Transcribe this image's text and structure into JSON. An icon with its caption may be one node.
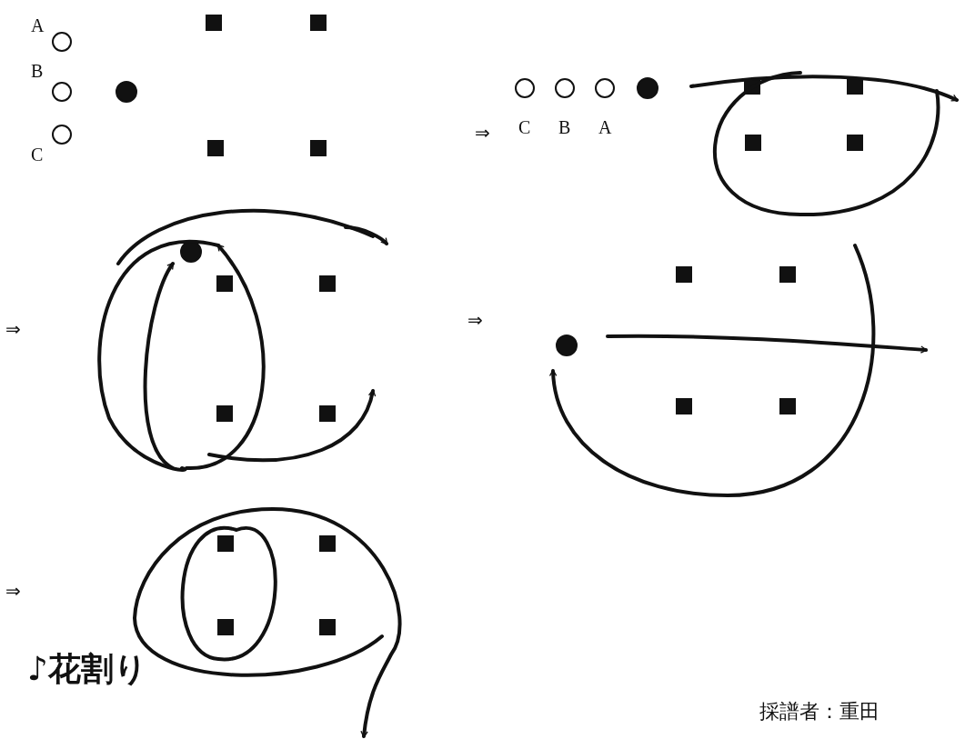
{
  "diagram": {
    "labels": [
      "A",
      "B",
      "C",
      "⇒",
      "C",
      "B",
      "A",
      "⇒",
      "⇒",
      "⇒",
      "♪花割り",
      "採譜者：重田"
    ]
  }
}
